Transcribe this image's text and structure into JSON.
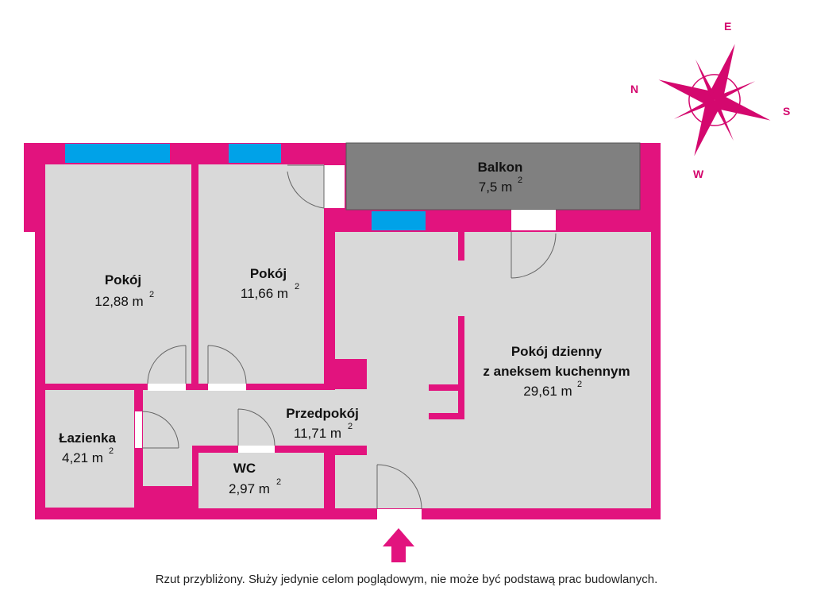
{
  "colors": {
    "wall": "#e2137e",
    "floor": "#d9d9d9",
    "balcony": "#808080",
    "window": "#00a2e8",
    "door": "#ffffff",
    "compass": "#d4086e"
  },
  "rooms": {
    "pokoj1": {
      "name": "Pokój",
      "area": "12,88 m",
      "sup": "2"
    },
    "pokoj2": {
      "name": "Pokój",
      "area": "11,66 m",
      "sup": "2"
    },
    "balkon": {
      "name": "Balkon",
      "area": "7,5 m",
      "sup": "2"
    },
    "dzienny": {
      "name_line1": "Pokój dzienny",
      "name_line2": "z aneksem kuchennym",
      "area": "29,61 m",
      "sup": "2"
    },
    "przedpokoj": {
      "name": "Przedpokój",
      "area": "11,71 m",
      "sup": "2"
    },
    "lazienka": {
      "name": "Łazienka",
      "area": "4,21 m",
      "sup": "2"
    },
    "wc": {
      "name": "WC",
      "area": "2,97 m",
      "sup": "2"
    }
  },
  "compass": {
    "n": "N",
    "e": "E",
    "s": "S",
    "w": "W"
  },
  "entrance_icon": "entrance-arrow-icon",
  "disclaimer": "Rzut przybliżony. Służy jedynie celom poglądowym, nie może być podstawą prac budowlanych."
}
